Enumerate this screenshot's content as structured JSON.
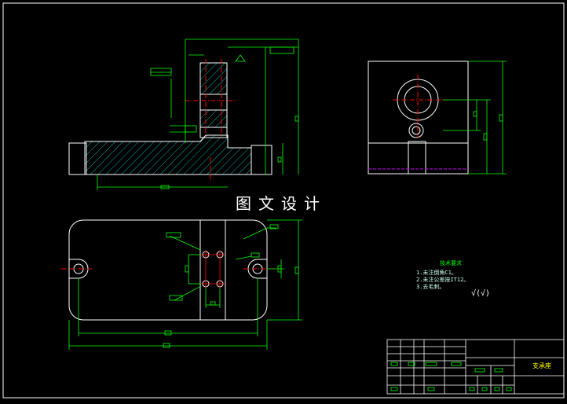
{
  "watermark": "图文设计",
  "tech_requirements": {
    "title": "技术要求",
    "lines": [
      "1.未注倒角C1。",
      "2.未注公差按IT12。",
      "3.去毛刺。"
    ]
  },
  "roughness_symbol": "√(√)",
  "title_block": {
    "part_name": "支承座"
  },
  "colors": {
    "background": "#000000",
    "outline": "#ffffff",
    "dimension": "#00ff00",
    "center_line": "#ff0000",
    "hatch": "#00ffff",
    "title_block": "#ffffff"
  }
}
